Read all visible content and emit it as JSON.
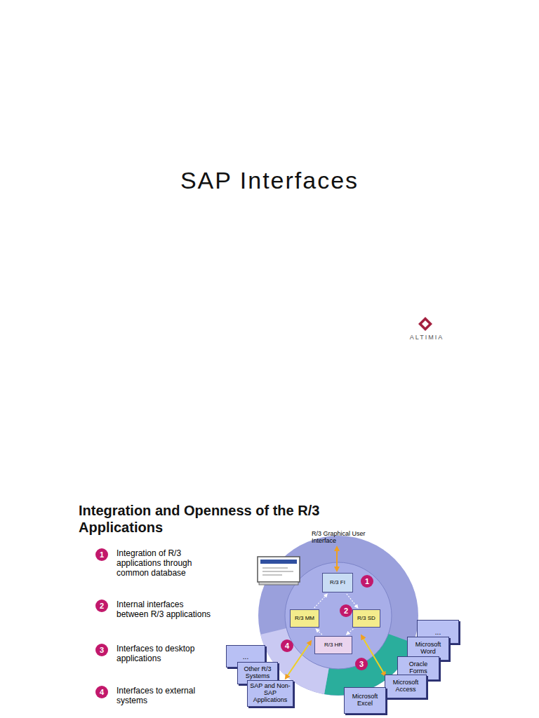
{
  "diagram": {
    "title": "SAP Interfaces",
    "nodes": [
      {
        "text": [
          "R/3 FI"
        ]
      },
      {
        "text": [
          "R/3 MM"
        ]
      },
      {
        "text": [
          "R/3 SD"
        ]
      },
      {
        "text": [
          "R/3 HR"
        ]
      },
      {
        "text": [
          "..."
        ]
      },
      {
        "text": [
          "Microsoft Word"
        ]
      },
      {
        "text": [
          "Oracle Forms"
        ]
      },
      {
        "text": [
          "Microsoft Access"
        ]
      },
      {
        "text": [
          "Microsoft Excel"
        ]
      },
      {
        "text": [
          "..."
        ]
      },
      {
        "text": [
          "Other R/3 Systems"
        ]
      },
      {
        "text": [
          "SAP and Non-SAP Applications"
        ]
      }
    ],
    "edges": [
      {
        "from": 0,
        "to": 2,
        "arrow": "to"
      },
      {
        "from": 2,
        "to": 3,
        "arrow": "to"
      },
      {
        "from": 3,
        "to": 1,
        "arrow": "to"
      },
      {
        "from": 1,
        "to": 0,
        "arrow": "to"
      }
    ],
    "labels": [
      "ALTIMIA",
      "Integration and Openness of the R/3 Applications",
      "1",
      "Integration of R/3 applications through common database",
      "2",
      "Internal interfaces between R/3 applications",
      "3",
      "Interfaces to desktop applications",
      "4",
      "Interfaces to external systems",
      "R/3 Graphical User Interface",
      "1",
      "2",
      "3",
      "4"
    ]
  }
}
